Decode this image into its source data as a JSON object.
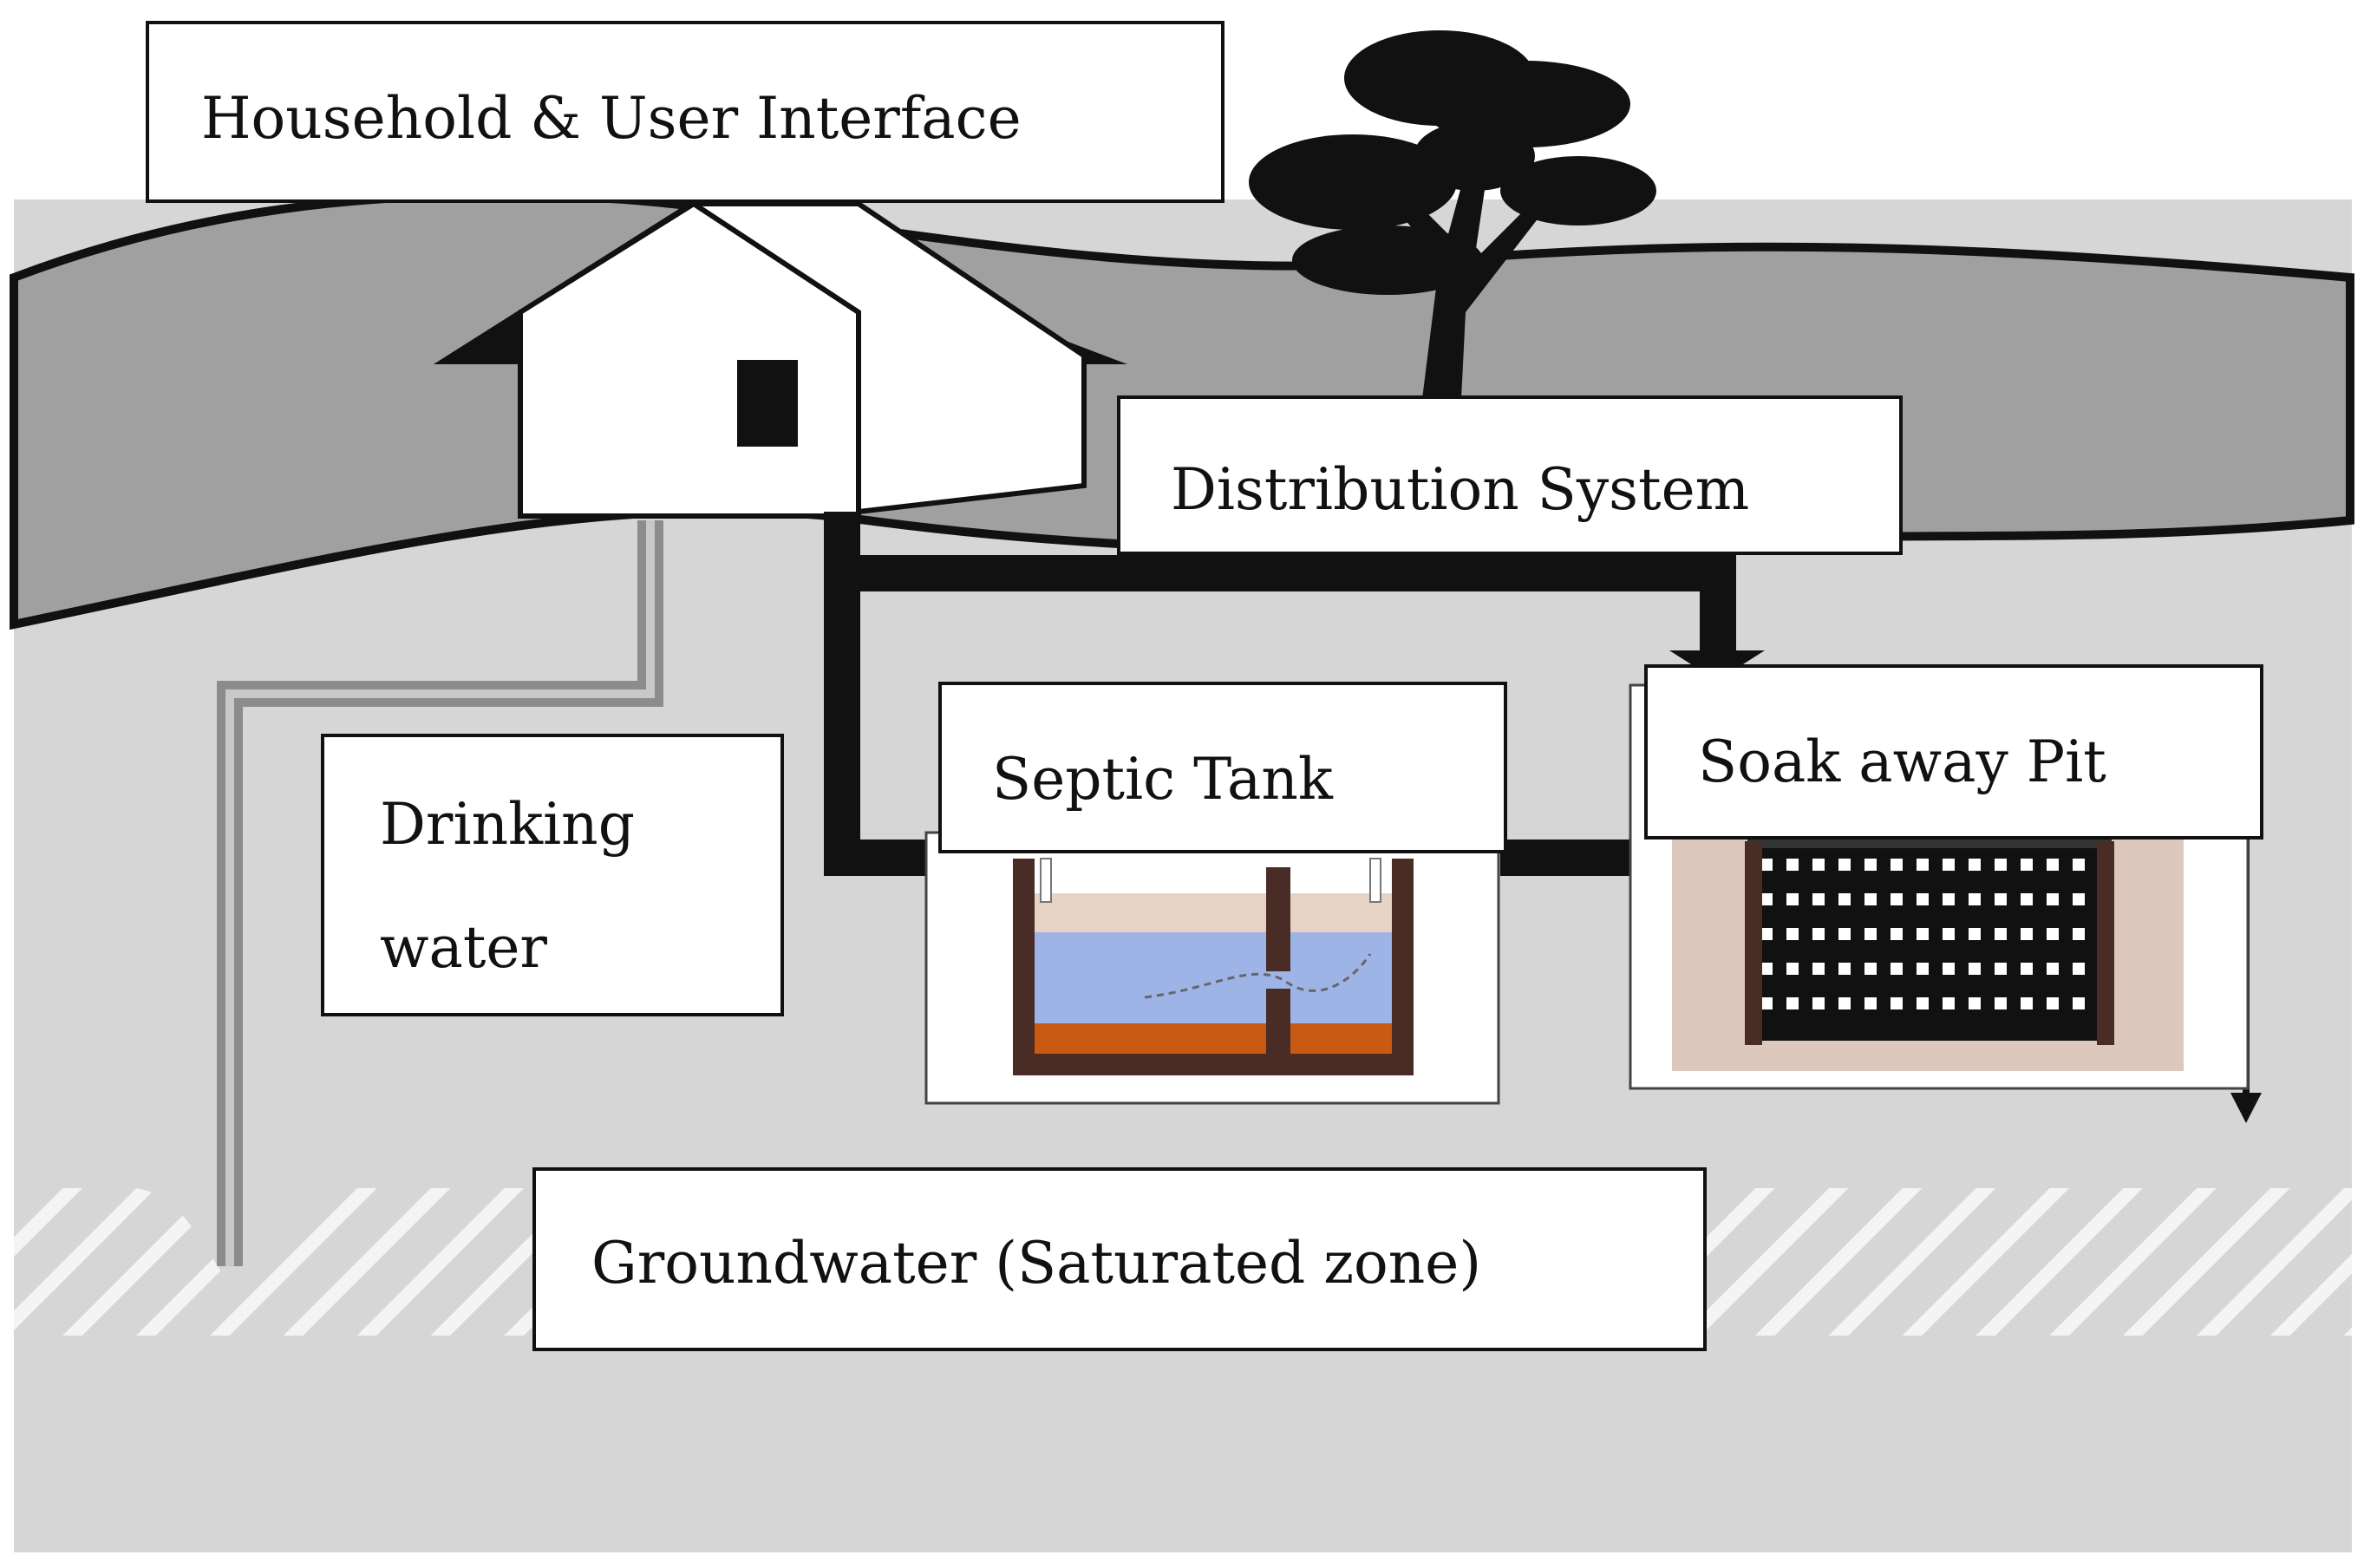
{
  "labels": {
    "household": "Household & User Interface",
    "distribution": "Distribution System",
    "septic_tank": "Septic Tank",
    "soak_away": "Soak away Pit",
    "drinking_line1": "Drinking",
    "drinking_line2": "water",
    "groundwater": "Groundwater (Saturated zone)"
  },
  "colors": {
    "hills": "#a0a0a0",
    "ground": "#d6d6d6",
    "outline": "#111111",
    "water": "#9eb3e6",
    "sludge": "#c85a14",
    "scum": "#e6d3c3",
    "tank_wall": "#4a2c26",
    "pit_bg": "#dcc8bc",
    "pipe_gray": "#8c8c8c"
  }
}
